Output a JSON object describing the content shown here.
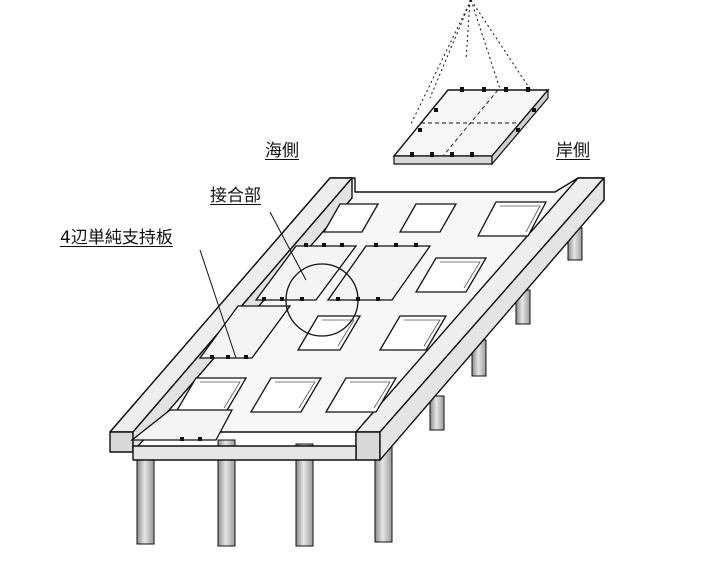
{
  "labels": {
    "sea_side": "海側",
    "land_side": "岸側",
    "joint": "接合部",
    "slab": "4辺単純支持板"
  },
  "colors": {
    "line": "#111111",
    "pile": "#c9c9c9",
    "deck": "#f2f2f2",
    "background": "#ffffff"
  }
}
